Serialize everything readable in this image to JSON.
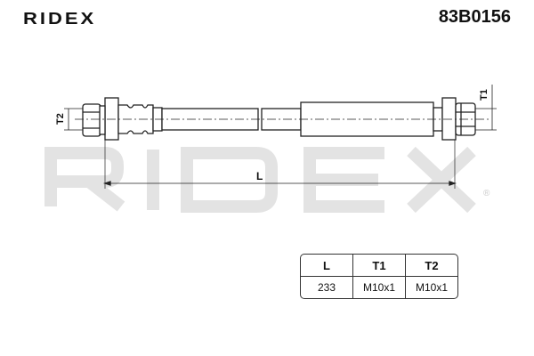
{
  "brand": "RIDEX",
  "part_number": "83B0156",
  "watermark": "RIDEX",
  "dimension_labels": {
    "length": "L",
    "thread1": "T1",
    "thread2": "T2"
  },
  "spec_table": {
    "headers": [
      "L",
      "T1",
      "T2"
    ],
    "values": [
      "233",
      "M10x1",
      "M10x1"
    ]
  }
}
